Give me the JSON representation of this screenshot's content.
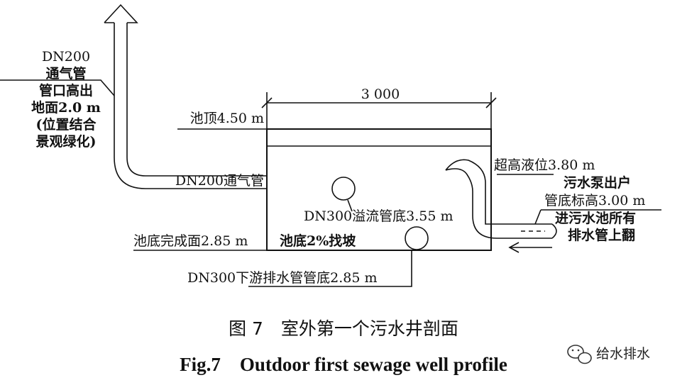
{
  "vent_pipe_note": {
    "lines": [
      "DN200",
      "通气管",
      "管口高出",
      "地面2.0 m",
      "(位置结合",
      "景观绿化)"
    ]
  },
  "dimension": {
    "width": "3 000"
  },
  "labels": {
    "pool_top": "池顶4.50 m",
    "vent_pipe": "DN200通气管",
    "overflow": "DN300溢流管底3.55 m",
    "floor_finish": "池底完成面2.85 m",
    "floor_slope": "池底2%找坡",
    "downstream": "DN300下游排水管管底2.85 m",
    "high_level": "超高液位3.80 m",
    "pump_out": [
      "污水泵出户",
      "管底标高3.00 m"
    ],
    "inlet_note": [
      "进污水池所有",
      "排水管上翻"
    ]
  },
  "caption": {
    "cn": "图 7　室外第一个污水井剖面",
    "en": "Fig.7　Outdoor first sewage well profile"
  },
  "watermark": {
    "text": "给水排水"
  }
}
